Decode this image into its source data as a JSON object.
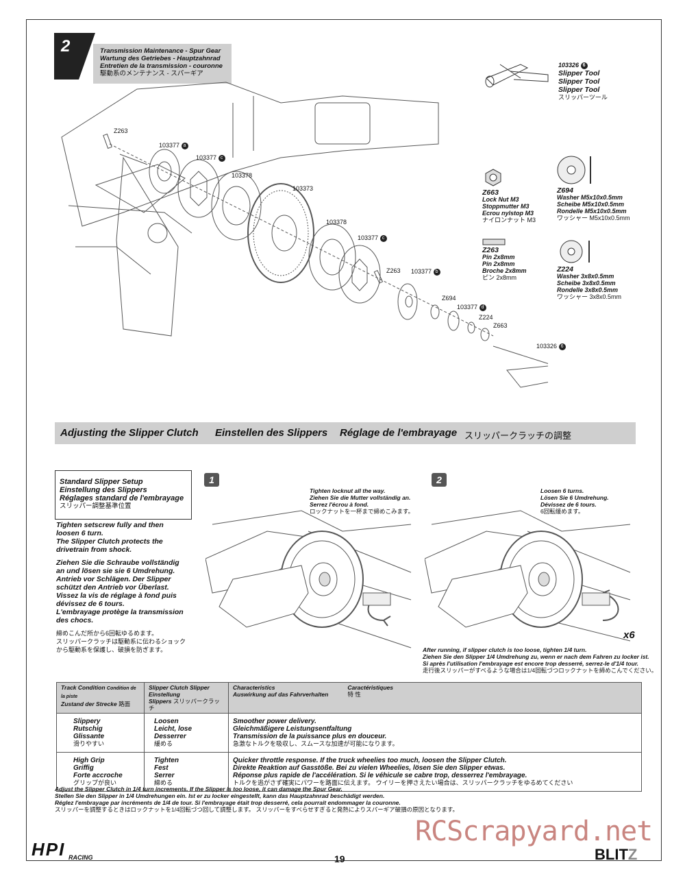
{
  "step": {
    "number": "2",
    "titles": [
      "Transmission Maintenance - Spur Gear",
      "Wartung des Getriebes - Hauptzahnrad",
      "Entretien de la transmission - couronne",
      "駆動系のメンテナンス - スパーギア"
    ]
  },
  "diagram_labels": {
    "z263_top": "Z263",
    "p103377a": "103377",
    "p103377c_top": "103377",
    "p103378_top": "103378",
    "p103373": "103373",
    "p103378_mid": "103378",
    "p103377c_mid": "103377",
    "z263_mid": "Z263",
    "p103377b": "103377",
    "z694": "Z694",
    "p103377d": "103377",
    "z224": "Z224",
    "z663": "Z663",
    "p103326": "103326"
  },
  "badges": {
    "a": "a",
    "b": "b",
    "c": "c",
    "d": "d",
    "e": "6"
  },
  "parts": {
    "tool": {
      "code": "103326",
      "lines": [
        "Slipper Tool",
        "Slipper Tool",
        "Slipper Tool",
        "スリッパーツール"
      ]
    },
    "z663": {
      "code": "Z663",
      "lines": [
        "Lock Nut M3",
        "Stoppmutter M3",
        "Ecrou nylstop M3",
        "ナイロンナット M3"
      ]
    },
    "z694": {
      "code": "Z694",
      "lines": [
        "Washer M5x10x0.5mm",
        "Scheibe M5x10x0.5mm",
        "Rondelle M5x10x0.5mm",
        "ワッシャー M5x10x0.5mm"
      ]
    },
    "z263": {
      "code": "Z263",
      "lines": [
        "Pin 2x8mm",
        "Pin 2x8mm",
        "Broche 2x8mm",
        "ピン 2x8mm"
      ]
    },
    "z224": {
      "code": "Z224",
      "lines": [
        "Washer 3x8x0.5mm",
        "Scheibe 3x8x0.5mm",
        "Rondelle 3x8x0.5mm",
        "ワッシャー 3x8x0.5mm"
      ]
    }
  },
  "section": {
    "en": "Adjusting the Slipper Clutch",
    "de": "Einstellen des Slippers",
    "fr": "Réglage de l'embrayage",
    "jp": "スリッパークラッチの調整"
  },
  "standard": {
    "box": [
      "Standard Slipper Setup",
      "Einstellung des Slippers",
      "Réglages standard de l'embrayage",
      "スリッパー調整基準位置"
    ],
    "en": [
      "Tighten setscrew fully and then",
      "loosen 6 turn.",
      "The Slipper Clutch protects the",
      "drivetrain from shock."
    ],
    "de": [
      "Ziehen Sie die Schraube vollständig",
      "an und lösen sie sie 6 Umdrehung.",
      " Antrieb vor Schlägen. Der Slipper",
      "schützt den Antrieb vor Überlast."
    ],
    "fr": [
      "Vissez la vis de réglage à fond puis",
      "dévissez de 6 tours.",
      "L'embrayage protège la transmission",
      "des chocs."
    ],
    "jp": [
      "締めこんだ所から6回転ゆるめます。",
      "スリッパークラッチは駆動系に伝わるショック",
      "から駆動系を保護し、破損を防ぎます。"
    ]
  },
  "panel1": {
    "num": "1",
    "lines": [
      "Tighten locknut all the way.",
      "Ziehen Sie die Mutter vollständig an.",
      "Serrez l'écrou à fond.",
      "ロックナットを一杯まで締めこみます。"
    ]
  },
  "panel2": {
    "num": "2",
    "lines": [
      "Loosen 6 turns.",
      "Lösen Sie 6 Umdrehung.",
      "Dévissez de 6 tours.",
      "6回転緩めます。"
    ],
    "times": "x6"
  },
  "after_running": [
    "After running, if slipper clutch is too loose, tighten 1/4 turn.",
    "Ziehen Sie den Slipper 1/4 Umdrehung zu, wenn er nach dem Fahren zu locker ist.",
    "Si après l'utilisation l'embrayage est encore trop desserré, serrez-le d'1/4 tour.",
    "走行後スリッパーがすべるような場合は1/4回転づつロックナットを締めこんでください。"
  ],
  "table": {
    "headers": {
      "track1": "Track Condition",
      "track2": "Condition de la piste",
      "track3": "Zustand der Strecke",
      "track4": "路面",
      "slip1": "Slipper Clutch",
      "slip2": "Slipper Einstellung",
      "slip3": "Slippers",
      "slip4": "スリッパークラッチ",
      "char1": "Characteristics",
      "char2": "Caractéristiques",
      "char3": "Auswirkung auf das Fahrverhalten",
      "char4": "特 性"
    },
    "rows": [
      {
        "track": [
          "Slippery",
          "Rutschig",
          "Glissante",
          "滑りやすい"
        ],
        "slipper": [
          "Loosen",
          "Leicht, lose",
          "Desserrer",
          "緩める"
        ],
        "chars": [
          "Smoother power delivery.",
          "Gleichmäßigere Leistungsentfaltung",
          "Transmission de la puissance plus en douceur.",
          "急激なトルクを吸収し、スムースな加速が可能になります。"
        ]
      },
      {
        "track": [
          "High Grip",
          "Griffig",
          "Forte accroche",
          "グリップが良い"
        ],
        "slipper": [
          "Tighten",
          "Fest",
          "Serrer",
          "締める"
        ],
        "chars": [
          "Quicker throttle response. If the truck wheelies too much, loosen the Slipper Clutch.",
          "Direkte Reaktion auf Gasstöße. Bei zu vielen Wheelies, lösen Sie den Slipper etwas.",
          "Réponse plus rapide de l'accélération. Si le véhicule se cabre trop, desserrez l'embrayage.",
          "トルクを逃がさず確実にパワーを路面に伝えます。 ウイリーを押さえたい場合は、スリッパークラッチをゆるめてください"
        ]
      }
    ]
  },
  "footnote": [
    "Adjust the Slipper Clutch in 1/4 turn increments. If the Slipper is too loose, it can damage the Spur Gear.",
    "Stellen Sie den Slipper in 1/4 Umdrehungen ein. Ist er zu locker eingestellt, kann das Hauptzahnrad beschädigt werden.",
    "Réglez l'embrayage par incréments de 1/4 de tour. Si l'embrayage était trop desserré, cela pourrait endommager la couronne.",
    "スリッパーを調整するときはロックナットを1/4回転づつ回して調整します。 スリッパーをすべらせすぎると発熱によりスパーギア破損の原因となります。"
  ],
  "footer": {
    "logo": "HPI",
    "logo_sub": "RACING",
    "page": "19",
    "product_a": "BLIT",
    "product_b": "Z",
    "watermark": "RCScrapyard.net"
  }
}
